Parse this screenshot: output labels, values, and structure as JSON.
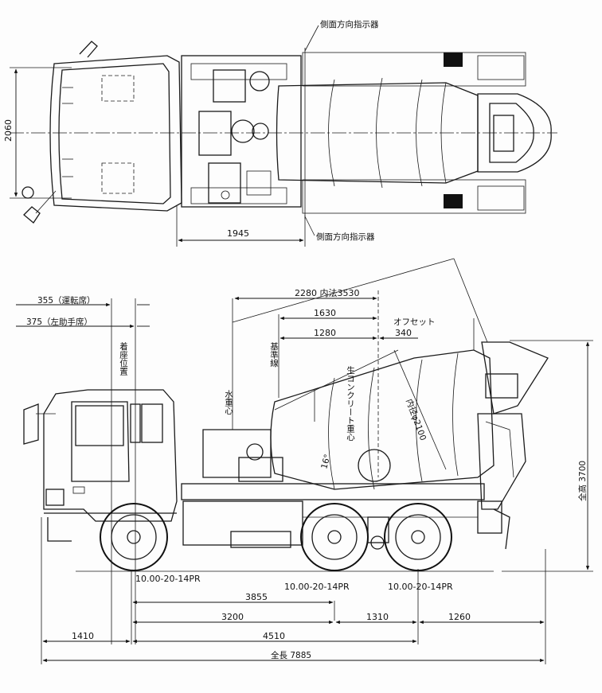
{
  "top_view": {
    "label_side_indicator_top": "側面方向指示器",
    "label_side_indicator_bottom": "側面方向指示器",
    "dim_width": "2060",
    "dim_front_to_indicator": "1945"
  },
  "side_view": {
    "dim_355": "355（運転席）",
    "dim_375": "375（左助手席）",
    "label_eye_position": "着座位置",
    "label_water_center": "水重心",
    "label_reference_line": "基準線",
    "label_concrete_center": "生コンクリート重心",
    "label_inner_dia": "内径φ2100",
    "label_angle": "16°",
    "dim_inner_length": "2280 内法3530",
    "dim_1630": "1630",
    "dim_1280": "1280",
    "label_offset": "オフセット",
    "dim_offset": "340",
    "label_total_height": "全高 3700",
    "tire_front": "10.00-20-14PR",
    "tire_rear1": "10.00-20-14PR",
    "tire_rear2": "10.00-20-14PR",
    "dim_3855": "3855",
    "dim_3200": "3200",
    "dim_1310": "1310",
    "dim_1260": "1260",
    "dim_1410": "1410",
    "dim_4510": "4510",
    "dim_total_length": "全長 7885"
  }
}
